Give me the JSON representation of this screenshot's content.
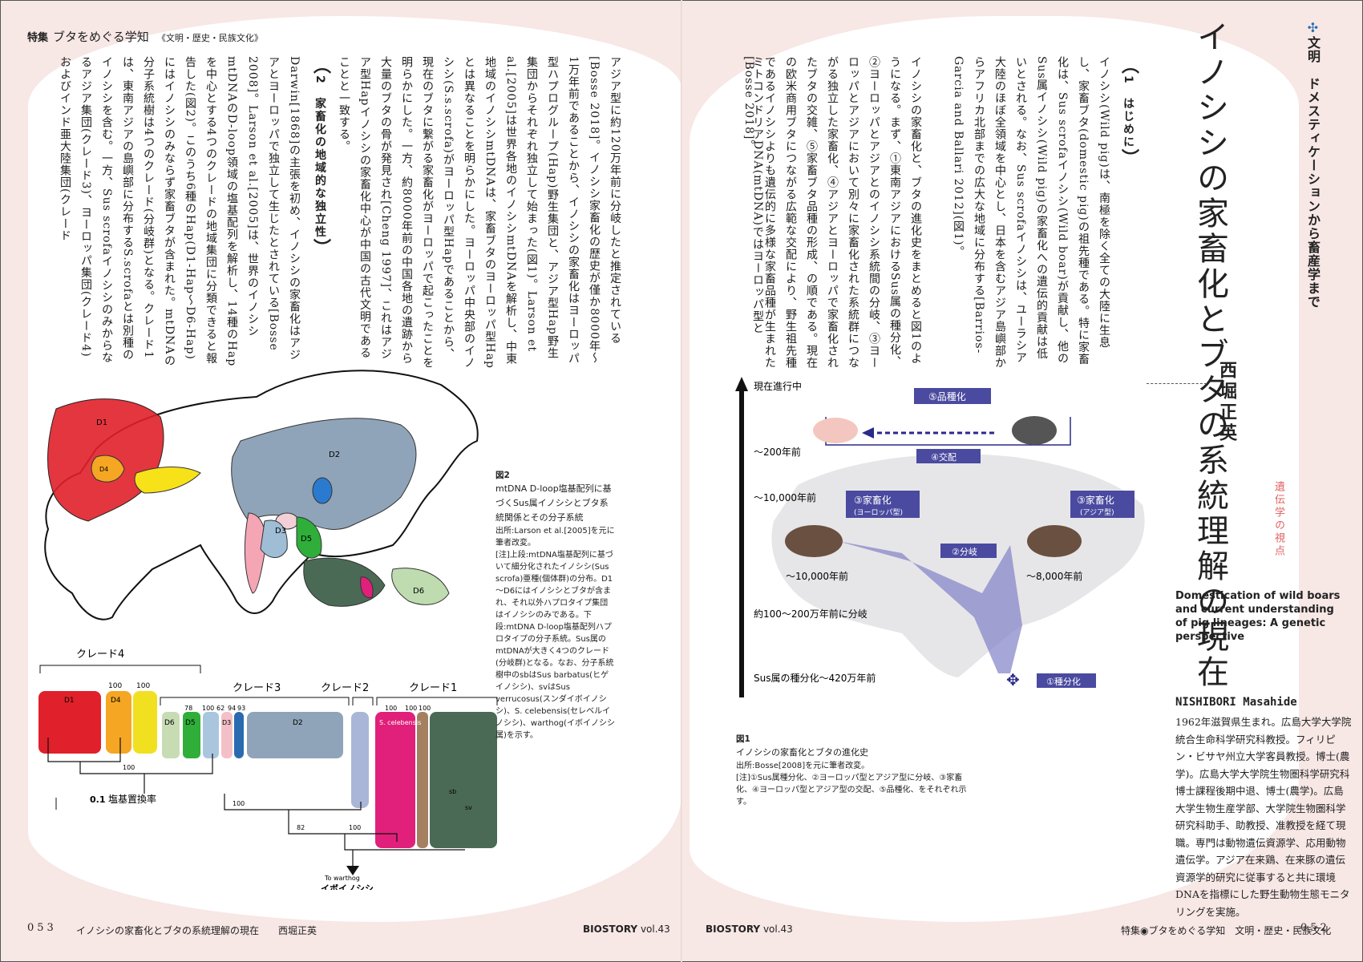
{
  "header": {
    "label": "特集",
    "title": "ブタをめぐる学知",
    "sub": "《文明・歴史・民族文化》"
  },
  "right": {
    "series": "文明",
    "subtitle": "ドメスティケーションから畜産学まで",
    "title": "イノシシの家畜化とブタの系統理解の現在",
    "author": "西堀正英",
    "rubric": "遺伝学の視点",
    "english_title": "Domestication of wild boars and current understanding of pig lineages: A genetic perspective",
    "bio_name": "NISHIBORI Masahide",
    "bio": "1962年滋賀県生まれ。広島大学大学院統合生命科学研究科教授。フィリピン・ビサヤ州立大学客員教授。博士(農学)。広島大学大学院生物圏科学研究科博士課程後期中退、博士(農学)。広島大学生物生産学部、大学院生物圏科学研究科助手、助教授、准教授を経て現職。専門は動物遺伝資源学、応用動物遺伝学。アジア在来鶏、在来豚の遺伝資源学的研究に従事すると共に環境DNAを指標にした野生動物生態モニタリングを実施。"
  },
  "sections": {
    "s1": {
      "num": "1",
      "title": "はじめに"
    },
    "s2": {
      "num": "2",
      "title": "家畜化の地域的な独立性"
    }
  },
  "text": {
    "r1": "イノシシ(Wild pig)は、南極を除く全ての大陸に生息し、家畜ブタ(domestic pig)の祖先種である。特に家畜化は、Sus scrofaイノシシ(Wild boar)が貢献し、他のSus属イノシシ(Wild pig)の家畜化への遺伝的貢献は低いとされる。なお、Sus scrofaイノシシは、ユーラシア大陸のほぼ全領域を中心とし、日本を含むアジア島嶼部からアフリカ北部までの広大な地域に分布する[Barrios-Garcia and Ballari 2012](図1)。",
    "r2": "イノシシの家畜化と、ブタの進化史をまとめると図1のようになる。まず、①東南アジアにおけるSus属の種分化、②ヨーロッパとアジアとのイノシシ系統間の分岐、③ヨーロッパとアジアにおいて別々に家畜化された系統群につながる独立した家畜化、④アジアとヨーロッパで家畜化されたブタの交雑、⑤家畜ブタ品種の形成、の順である。現在の欧米商用ブタにつながる広範な交配により、野生祖先種であるイノシシよりも遺伝的に多様な家畜品種が生まれた[Bosse 2018]。",
    "r3": "ミトコンドリアDNA(mtDNA)ではヨーロッパ型と",
    "l1": "アジア型に約120万年前に分岐したと推定されている[Bosse 2018]。イノシシ家畜化の歴史が僅か8000年～1万年前であることから、イノシシの家畜化はヨーロッパ型ハプログループ(Hap)野生集団と、アジア型Hap野生集団からそれぞれ独立して始まった(図1)。Larson et al.[2005]は世界各地のイノシシmtDNAを解析し、中東地域のイノシシmtDNAは、家畜ブタのヨーロッパ型Hapとは異なることを明らかにした。ヨーロッパ中央部のイノシシ(S.s.scrofa)がヨーロッパ型Hapであることから、現在のブタに繋がる家畜化がヨーロッパで起こったことを明らかにした。一方、約8000年前の中国各地の遺跡から大量のブタの骨が発見され[Cheng 1997]、これはアジア型Hapイノシシの家畜化中心が中国の古代文明であることと一致する。",
    "l2": "Darwin[1868]の主張を初め、イノシシの家畜化はアジアとヨーロッパで独立して生じたとされている[Bosse 2008]。Larson et al.[2005]は、世界のイノシシmtDNAのD-loop領域の塩基配列を解析し、14種のHapを中心とする4つのクレードの地域集団に分類できると報告した(図2)。このうち6種のHap(D1-Hap～D6-Hap)にはイノシシのみならず家畜ブタが含まれた。mtDNAの分子系統樹は4つのクレード(分岐群)となる。クレード1は、東南アジアの島嶼部に分布するS.scrofaとは別種のイノシシを含む。一方、Sus scrofaイノシシのみからなるアジア集団(クレード3)、ヨーロッパ集団(クレード4)およびインド亜大陸集団(クレード"
  },
  "fig1": {
    "caption_title": "図1",
    "caption_main": "イノシシの家畜化とブタの進化史",
    "caption_src": "出所:Bosse[2008]を元に筆者改変。",
    "caption_note": "[注]①Sus属種分化、②ヨーロッパ型とアジア型に分岐、③家畜化、④ヨーロッパ型とアジア型の交配、⑤品種化、をそれぞれ示す。",
    "axis_top": "現在進行中",
    "t200": "～200年前",
    "t10000": "～10,000年前",
    "t_bottom1": "約100～200万年前に分岐",
    "t_bottom2": "Sus属の種分化～420万年前",
    "l_10000": "～10,000年前",
    "l_8000": "～8,000年前",
    "box5": "⑤品種化",
    "box4": "④交配",
    "box3e": "③家畜化",
    "box3e_sub": "(ヨーロッパ型)",
    "box3a": "③家畜化",
    "box3a_sub": "(アジア型)",
    "box2": "②分岐",
    "box1": "①種分化"
  },
  "fig2": {
    "caption_title": "図2",
    "caption_main": "mtDNA D-loop塩基配列に基づくSus属イノシシとブタ系統関係とその分子系統",
    "caption_src": "出所:Larson et al.[2005]を元に筆者改変。",
    "caption_note": "[注]上段:mtDNA塩基配列に基づいて細分化されたイノシシ(Sus scrofa)亜種(個体群)の分布。D1～D6にはイノシシとブタが含まれ、それ以外ハプロタイプ集団はイノシシのみである。下段:mtDNA D-loop塩基配列ハプロタイプの分子系統。Sus属のmtDNAが大きく4つのクレード(分岐群)となる。なお、分子系統樹中のsbはSus barbatus(ヒゲイノシシ)、svはSus verrucosus(スンダイボイノシシ)、S. celebensis(セレベルイノシシ)、warthog(イボイノシシ属)を示す。",
    "map_labels": [
      "D1",
      "D2",
      "D3",
      "D4",
      "D5",
      "D6"
    ],
    "clades": [
      "クレード4",
      "クレード3",
      "クレード2",
      "クレード1"
    ],
    "tree_labels": [
      "D1",
      "D4",
      "D6",
      "D5",
      "D3",
      "D2",
      "S. celebensis",
      "sb",
      "sv"
    ],
    "bootstrap": [
      "100",
      "100",
      "78",
      "100",
      "62",
      "94",
      "93",
      "100",
      "100",
      "100",
      "100",
      "100",
      "100",
      "82"
    ],
    "scale": "0.1",
    "scale_label": "塩基置換率",
    "outgroup": "To warthog",
    "outgroup_jp": "イボイノシシ"
  },
  "footer": {
    "left_num": "053",
    "left_title": "イノシシの家畜化とブタの系統理解の現在",
    "left_author": "西堀正英",
    "mag_l": "BIOSTORY",
    "vol_l": "vol.43",
    "mag_r": "BIOSTORY",
    "vol_r": "vol.43",
    "right_title": "特集◉ブタをめぐる学知　文明・歴史・民族文化",
    "right_num": "052"
  },
  "colors": {
    "accent_blue": "#2a2a8a",
    "box_fill": "#4a4aa0",
    "red": "#e0202a",
    "pink_bg": "#f7e7e5"
  }
}
